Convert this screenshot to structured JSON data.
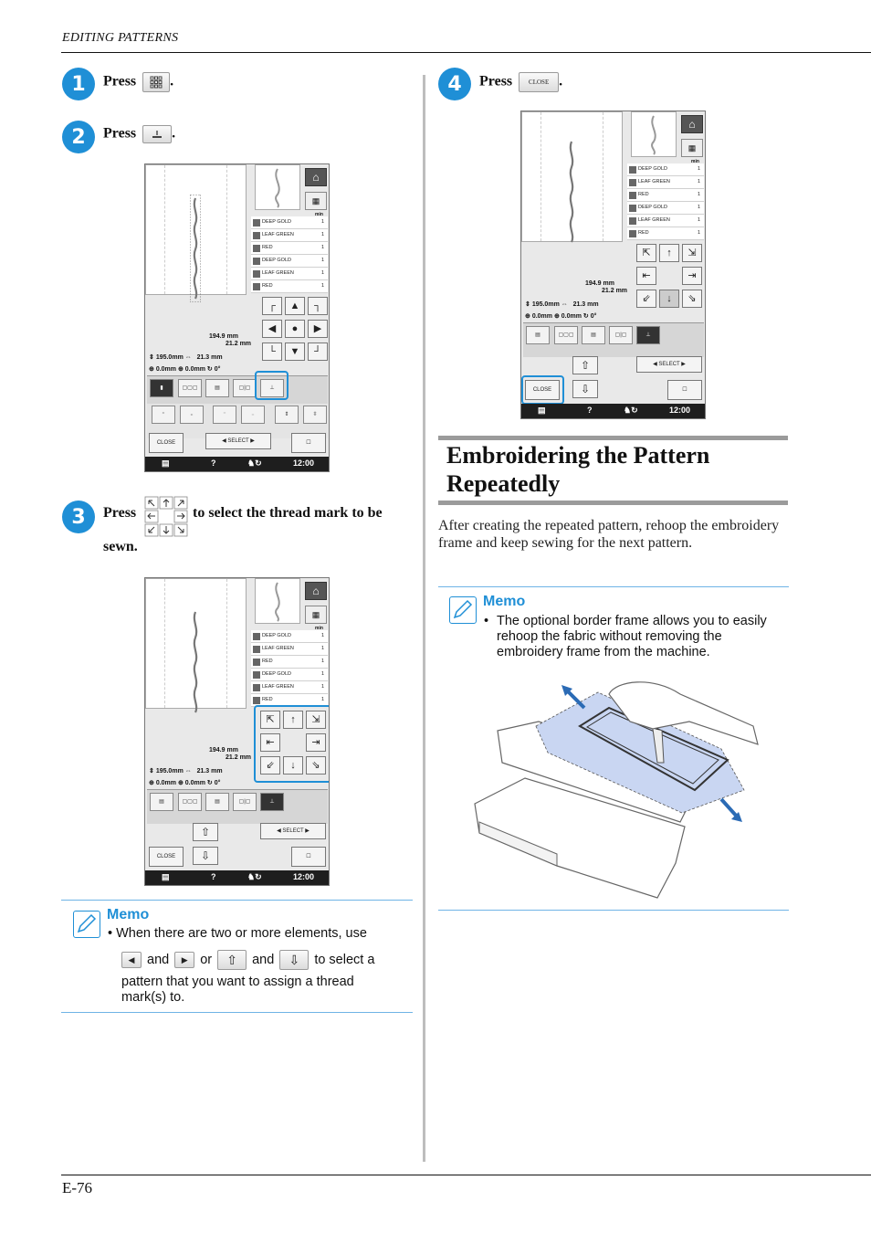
{
  "header": {
    "section": "EDITING PATTERNS",
    "page_number": "E-76"
  },
  "steps": [
    {
      "number": "1",
      "text_before": "Press",
      "text_after": "."
    },
    {
      "number": "2",
      "text_before": "Press",
      "text_after": "."
    },
    {
      "number": "3",
      "text_before": "Press",
      "text_after": "to select the thread mark to be",
      "text_cont": "sewn."
    },
    {
      "number": "4",
      "text_before": "Press",
      "text_after": ".",
      "button": "CLOSE"
    }
  ],
  "screen": {
    "threads": [
      "DEEP GOLD",
      "LEAF GREEN",
      "RED",
      "DEEP GOLD",
      "LEAF GREEN",
      "RED"
    ],
    "counts": [
      "1",
      "1",
      "1",
      "1",
      "1",
      "1"
    ],
    "min_label": "min",
    "height": "194.9",
    "width": "21.2",
    "unit": "mm",
    "size_v": "195.0",
    "size_h": "21.3",
    "offset_x": "0.0",
    "offset_y": "0.0",
    "angle": "0°",
    "select_label": "SELECT",
    "close_label": "CLOSE",
    "time": "12:00",
    "help": "?"
  },
  "section": {
    "title_line1": "Embroidering the Pattern",
    "title_line2": "Repeatedly",
    "body": "After creating the repeated pattern, rehoop the embroidery frame and keep sewing for the next pattern."
  },
  "memo_left": {
    "title": "Memo",
    "line1": "When there are two or more elements, use",
    "and1": "and",
    "or": "or",
    "and2": "and",
    "to_select": "to select a",
    "line3": "pattern that you want to assign a thread",
    "line4": "mark(s) to."
  },
  "memo_right": {
    "title": "Memo",
    "text": "The optional border frame allows you to easily rehoop the fabric without removing the embroidery frame from the machine."
  },
  "colors": {
    "accent": "#1f8fd6",
    "rule": "#bdbdbd"
  }
}
